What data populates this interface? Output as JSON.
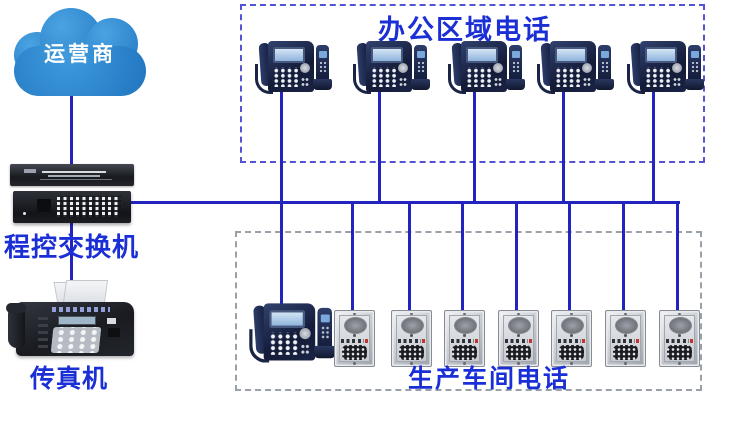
{
  "diagram": {
    "carrier_cloud": {
      "label": "运营商"
    },
    "pbx": {
      "label": "程控交换机",
      "rack_unit_count": 2
    },
    "fax": {
      "label": "传真机"
    },
    "office_zone": {
      "title": "办公区域电话",
      "phone_count": 5
    },
    "workshop_zone": {
      "title": "生产车间电话",
      "desk_phone_count": 1,
      "intercom_count": 7
    },
    "colors": {
      "connection_line": "#2323c0",
      "title_text": "#1b2fd6",
      "office_zone_border": "#5353d6",
      "workshop_zone_border": "#9aa0a8",
      "cloud_fill": "#2e8ed6",
      "cloud_text": "#ffffff"
    }
  }
}
